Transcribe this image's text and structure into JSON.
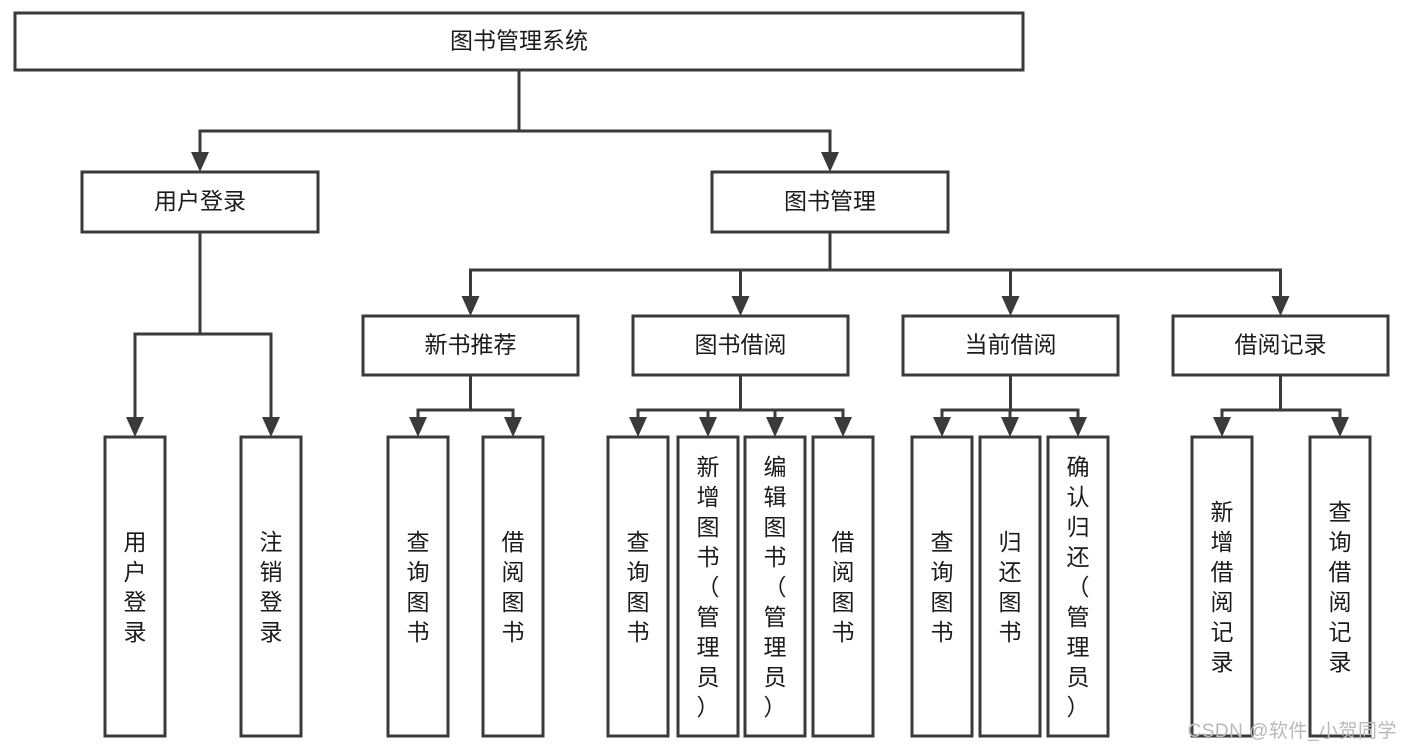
{
  "diagram": {
    "title": "图书管理系统",
    "type": "hierarchy-tree",
    "orientation": "top-down",
    "colors": {
      "background": "#ffffff",
      "box_fill": "#ffffff",
      "box_stroke": "#3a3a3a",
      "connector": "#3a3a3a",
      "text": "#1b1b1b",
      "watermark": "#b9b9b9"
    },
    "nodes": {
      "root": {
        "label": "图书管理系统",
        "level": 0,
        "text_orientation": "horizontal"
      },
      "level1": [
        {
          "label": "用户登录",
          "id": "user-login"
        },
        {
          "label": "图书管理",
          "id": "book-management"
        }
      ],
      "level2": [
        {
          "label": "新书推荐",
          "id": "new-book-recommend",
          "parent": "book-management"
        },
        {
          "label": "图书借阅",
          "id": "book-borrow",
          "parent": "book-management"
        },
        {
          "label": "当前借阅",
          "id": "current-borrow",
          "parent": "book-management"
        },
        {
          "label": "借阅记录",
          "id": "borrow-record",
          "parent": "book-management"
        }
      ],
      "leaves": {
        "user-login": [
          {
            "label": "用户登录",
            "id": "leaf-user-login"
          },
          {
            "label": "注销登录",
            "id": "leaf-logout"
          }
        ],
        "new-book-recommend": [
          {
            "label": "查询图书",
            "id": "leaf-query-book-1"
          },
          {
            "label": "借阅图书",
            "id": "leaf-borrow-book-1"
          }
        ],
        "book-borrow": [
          {
            "label": "查询图书",
            "id": "leaf-query-book-2"
          },
          {
            "label": "新增图书（管理员）",
            "id": "leaf-add-book-admin"
          },
          {
            "label": "编辑图书（管理员）",
            "id": "leaf-edit-book-admin"
          },
          {
            "label": "借阅图书",
            "id": "leaf-borrow-book-2"
          }
        ],
        "current-borrow": [
          {
            "label": "查询图书",
            "id": "leaf-query-book-3"
          },
          {
            "label": "归还图书",
            "id": "leaf-return-book"
          },
          {
            "label": "确认归还（管理员）",
            "id": "leaf-confirm-return-admin"
          }
        ],
        "borrow-record": [
          {
            "label": "新增借阅记录",
            "id": "leaf-add-borrow-record"
          },
          {
            "label": "查询借阅记录",
            "id": "leaf-query-borrow-record"
          }
        ]
      }
    },
    "watermark": "CSDN @软件_小贺同学"
  }
}
